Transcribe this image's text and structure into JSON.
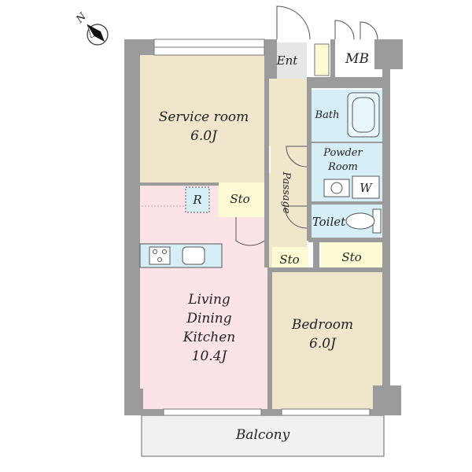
{
  "compass": {
    "label": "N",
    "icon": "north-arrow-icon"
  },
  "rooms": {
    "service_room": {
      "name": "Service room",
      "size": "6.0J"
    },
    "entrance": {
      "name": "Ent"
    },
    "meter_box": {
      "name": "MB"
    },
    "bath": {
      "name": "Bath"
    },
    "powder_room": {
      "line1": "Powder",
      "line2": "Room"
    },
    "washer": {
      "name": "W"
    },
    "passage": {
      "name": "Passage"
    },
    "storage_a": {
      "name": "Sto"
    },
    "storage_b": {
      "name": "Sto"
    },
    "storage_c": {
      "name": "Sto"
    },
    "refrigerator": {
      "name": "R"
    },
    "toilet": {
      "name": "Toilet"
    },
    "ldk": {
      "line1": "Living",
      "line2": "Dining",
      "line3": "Kitchen",
      "size": "10.4J"
    },
    "bedroom": {
      "name": "Bedroom",
      "size": "6.0J"
    },
    "balcony": {
      "name": "Balcony"
    }
  },
  "colors": {
    "tatami": "#efe6cc",
    "ldk": "#fbe3e8",
    "wet": "#d6eef5",
    "sto": "#fdfbd4",
    "ent": "#e6e6e6",
    "wall": "#9b9b9b",
    "balcony": "#f1f1f1"
  }
}
